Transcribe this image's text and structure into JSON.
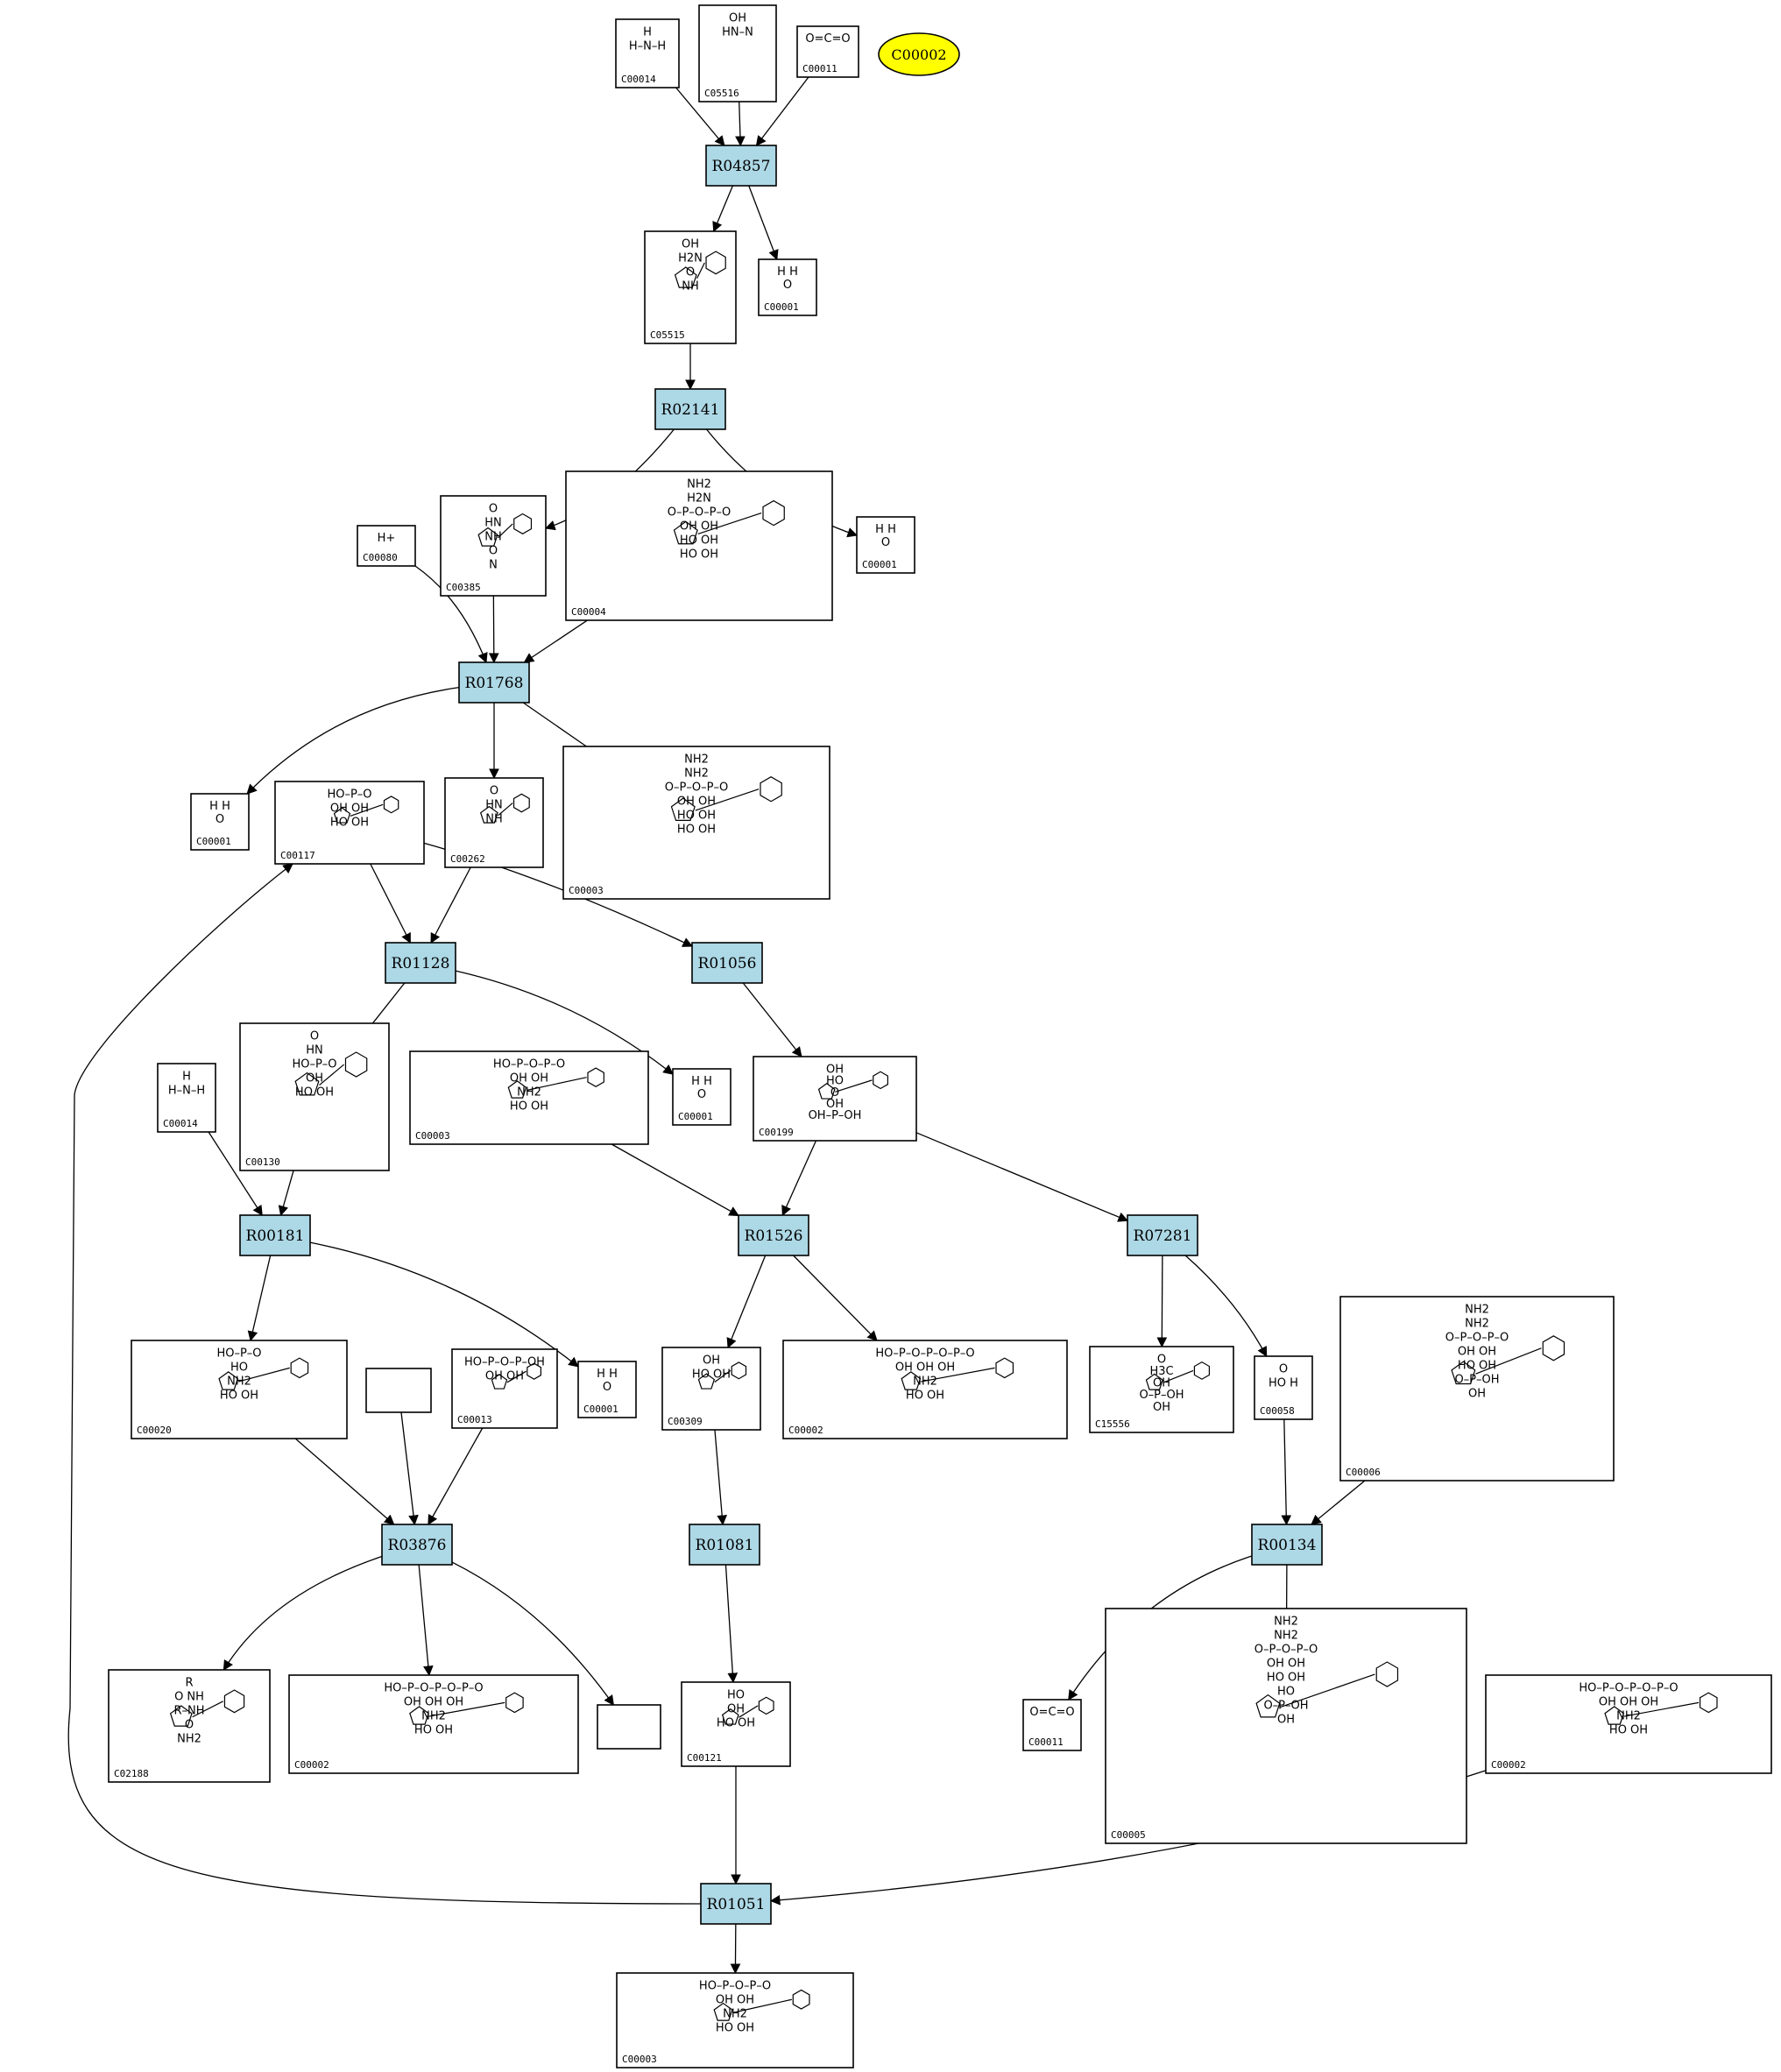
{
  "highlight": {
    "id": "C00002",
    "color": "#ffff00"
  },
  "reaction_color": "#add8e6",
  "reactions": [
    {
      "key": "r1",
      "id": "R04857"
    },
    {
      "key": "r2",
      "id": "R02141"
    },
    {
      "key": "r3",
      "id": "R01768"
    },
    {
      "key": "r4",
      "id": "R01128"
    },
    {
      "key": "r5",
      "id": "R01056"
    },
    {
      "key": "r6",
      "id": "R00181"
    },
    {
      "key": "r7",
      "id": "R01526"
    },
    {
      "key": "r8",
      "id": "R07281"
    },
    {
      "key": "r9",
      "id": "R03876"
    },
    {
      "key": "r10",
      "id": "R01081"
    },
    {
      "key": "r11",
      "id": "R00134"
    },
    {
      "key": "r12",
      "id": "R01051"
    }
  ],
  "compounds": [
    {
      "key": "c1",
      "id": "C00014",
      "formula": [
        "H",
        "H–N–H"
      ]
    },
    {
      "key": "c2",
      "id": "C05516",
      "formula": [
        "OH",
        "HN–N"
      ]
    },
    {
      "key": "c3",
      "id": "C00011",
      "formula": [
        "O=C=O"
      ]
    },
    {
      "key": "c4",
      "id": "C05515",
      "formula": [
        "OH",
        "H2N",
        "O",
        "NH"
      ]
    },
    {
      "key": "c5",
      "id": "C00001",
      "formula": [
        "H  H",
        "O"
      ]
    },
    {
      "key": "c6",
      "id": "C00080",
      "formula": [
        "H+"
      ]
    },
    {
      "key": "c7",
      "id": "C00385",
      "formula": [
        "O",
        "HN",
        "NH",
        "O",
        "N"
      ]
    },
    {
      "key": "c8",
      "id": "C00004",
      "formula": [
        "NH2",
        "H2N",
        "O–P–O–P–O",
        "OH  OH",
        "HO  OH",
        "HO  OH"
      ]
    },
    {
      "key": "c9",
      "id": "C00001",
      "formula": [
        "H  H",
        "O"
      ]
    },
    {
      "key": "c10",
      "id": "C00001",
      "formula": [
        "H  H",
        "O"
      ]
    },
    {
      "key": "c11",
      "id": "C00117",
      "formula": [
        "HO–P–O",
        "OH  OH",
        "HO  OH"
      ]
    },
    {
      "key": "c12",
      "id": "C00262",
      "formula": [
        "O",
        "HN",
        "NH"
      ]
    },
    {
      "key": "c13",
      "id": "C00003",
      "formula": [
        "NH2",
        "NH2",
        "O–P–O–P–O",
        "OH  OH",
        "HO  OH",
        "HO  OH"
      ]
    },
    {
      "key": "c14",
      "id": "C00014",
      "formula": [
        "H",
        "H–N–H"
      ]
    },
    {
      "key": "c15",
      "id": "C00130",
      "formula": [
        "O",
        "HN",
        "HO–P–O",
        "OH",
        "HO  OH"
      ]
    },
    {
      "key": "c16",
      "id": "C00003",
      "formula": [
        "HO–P–O–P–O",
        "OH  OH",
        "NH2",
        "HO  OH"
      ]
    },
    {
      "key": "c17",
      "id": "C00001",
      "formula": [
        "H  H",
        "O"
      ]
    },
    {
      "key": "c18",
      "id": "C00199",
      "formula": [
        "OH",
        "HO",
        "O",
        "OH",
        "OH–P–OH"
      ]
    },
    {
      "key": "c19",
      "id": "C00020",
      "formula": [
        "HO–P–O",
        "HO",
        "NH2",
        "HO  OH"
      ]
    },
    {
      "key": "c20",
      "id": "",
      "formula": []
    },
    {
      "key": "c21",
      "id": "C00013",
      "formula": [
        "HO–P–O–P–OH",
        "OH  OH"
      ]
    },
    {
      "key": "c22",
      "id": "C00001",
      "formula": [
        "H  H",
        "O"
      ]
    },
    {
      "key": "c23",
      "id": "C00309",
      "formula": [
        "OH",
        "HO  OH"
      ]
    },
    {
      "key": "c24",
      "id": "C00002",
      "formula": [
        "HO–P–O–P–O–P–O",
        "OH  OH  OH",
        "NH2",
        "HO  OH"
      ]
    },
    {
      "key": "c25",
      "id": "C15556",
      "formula": [
        "O",
        "H3C",
        "OH",
        "O–P–OH",
        "OH"
      ]
    },
    {
      "key": "c26",
      "id": "C00058",
      "formula": [
        "O",
        "HO  H"
      ]
    },
    {
      "key": "c27",
      "id": "C00006",
      "formula": [
        "NH2",
        "NH2",
        "O–P–O–P–O",
        "OH  OH",
        "HO  OH",
        "O–P–OH",
        "OH"
      ]
    },
    {
      "key": "c28",
      "id": "C02188",
      "formula": [
        "R",
        "O  NH",
        "R–NH",
        "O",
        "NH2"
      ]
    },
    {
      "key": "c29",
      "id": "C00002",
      "formula": [
        "HO–P–O–P–O–P–O",
        "OH  OH  OH",
        "NH2",
        "HO  OH"
      ]
    },
    {
      "key": "c30",
      "id": "",
      "formula": []
    },
    {
      "key": "c31",
      "id": "C00121",
      "formula": [
        "HO",
        "OH",
        "HO  OH"
      ]
    },
    {
      "key": "c32",
      "id": "C00011",
      "formula": [
        "O=C=O"
      ]
    },
    {
      "key": "c33",
      "id": "C00005",
      "formula": [
        "NH2",
        "NH2",
        "O–P–O–P–O",
        "OH  OH",
        "HO  OH",
        "HO",
        "O–P–OH",
        "OH"
      ]
    },
    {
      "key": "c34",
      "id": "C00002",
      "formula": [
        "HO–P–O–P–O–P–O",
        "OH  OH  OH",
        "NH2",
        "HO  OH"
      ]
    },
    {
      "key": "c35",
      "id": "C00003",
      "formula": [
        "HO–P–O–P–O",
        "OH  OH",
        "NH2",
        "HO  OH"
      ]
    }
  ]
}
